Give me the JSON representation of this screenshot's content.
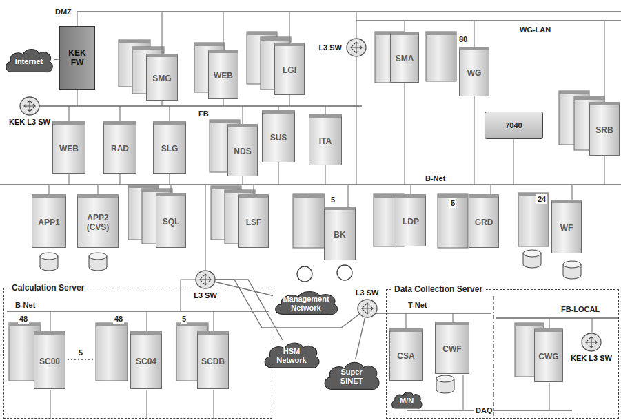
{
  "diagram": {
    "nodes": [
      {
        "text": [
          "Internet"
        ]
      },
      {
        "text": [
          "KEK FW"
        ]
      },
      {
        "text": [
          "KEK L3 SW"
        ]
      },
      {
        "text": [
          "SMG"
        ]
      },
      {
        "text": [
          "WEB"
        ]
      },
      {
        "text": [
          "LGI"
        ]
      },
      {
        "text": [
          "L3 SW"
        ]
      },
      {
        "text": [
          "SMA"
        ]
      },
      {
        "text": [
          "WG"
        ]
      },
      {
        "text": [
          "7040"
        ]
      },
      {
        "text": [
          "SRB"
        ]
      },
      {
        "text": [
          "WEB"
        ]
      },
      {
        "text": [
          "RAD"
        ]
      },
      {
        "text": [
          "SLG"
        ]
      },
      {
        "text": [
          "NDS"
        ]
      },
      {
        "text": [
          "SUS"
        ]
      },
      {
        "text": [
          "ITA"
        ]
      },
      {
        "text": [
          "APP1"
        ]
      },
      {
        "text": [
          "APP2 (CVS)"
        ]
      },
      {
        "text": [
          "SQL"
        ]
      },
      {
        "text": [
          "LSF"
        ]
      },
      {
        "text": [
          "BK"
        ]
      },
      {
        "text": [
          "LDP"
        ]
      },
      {
        "text": [
          "GRD"
        ]
      },
      {
        "text": [
          "WF"
        ]
      },
      {
        "text": [
          "L3 SW"
        ]
      },
      {
        "text": [
          "Calculation Server"
        ]
      },
      {
        "text": [
          "SC00"
        ],
        "in": 26
      },
      {
        "text": [
          "SC04"
        ],
        "in": 26
      },
      {
        "text": [
          "SCDB"
        ],
        "in": 26
      },
      {
        "text": [
          "Management Network"
        ]
      },
      {
        "text": [
          "HSM Network"
        ]
      },
      {
        "text": [
          "L3 SW"
        ]
      },
      {
        "text": [
          "Super SINET"
        ]
      },
      {
        "text": [
          "Data Collection Server"
        ]
      },
      {
        "text": [
          "CSA"
        ],
        "in": 34
      },
      {
        "text": [
          "M/N"
        ],
        "in": 34
      },
      {
        "text": [
          "CWF"
        ],
        "in": 34
      },
      {
        "text": [
          "CWG"
        ],
        "in": 34
      },
      {
        "text": [
          "KEK L3 SW"
        ],
        "in": 34
      }
    ],
    "edges": [
      {
        "from": 0,
        "to": 1,
        "arrow": "none"
      },
      {
        "from": 25,
        "to": 30,
        "arrow": "none"
      },
      {
        "from": 25,
        "to": 31,
        "arrow": "none"
      },
      {
        "from": 25,
        "to": 32,
        "arrow": "none"
      },
      {
        "from": 32,
        "to": 33,
        "arrow": "none"
      }
    ],
    "labels": [
      "DMZ",
      "WG-LAN",
      "FB",
      "80",
      "B-Net",
      "5",
      "5",
      "24",
      "B-Net",
      "48",
      "5",
      "48",
      "5",
      "T-Net",
      "FB-LOCAL",
      "DAQ"
    ]
  }
}
